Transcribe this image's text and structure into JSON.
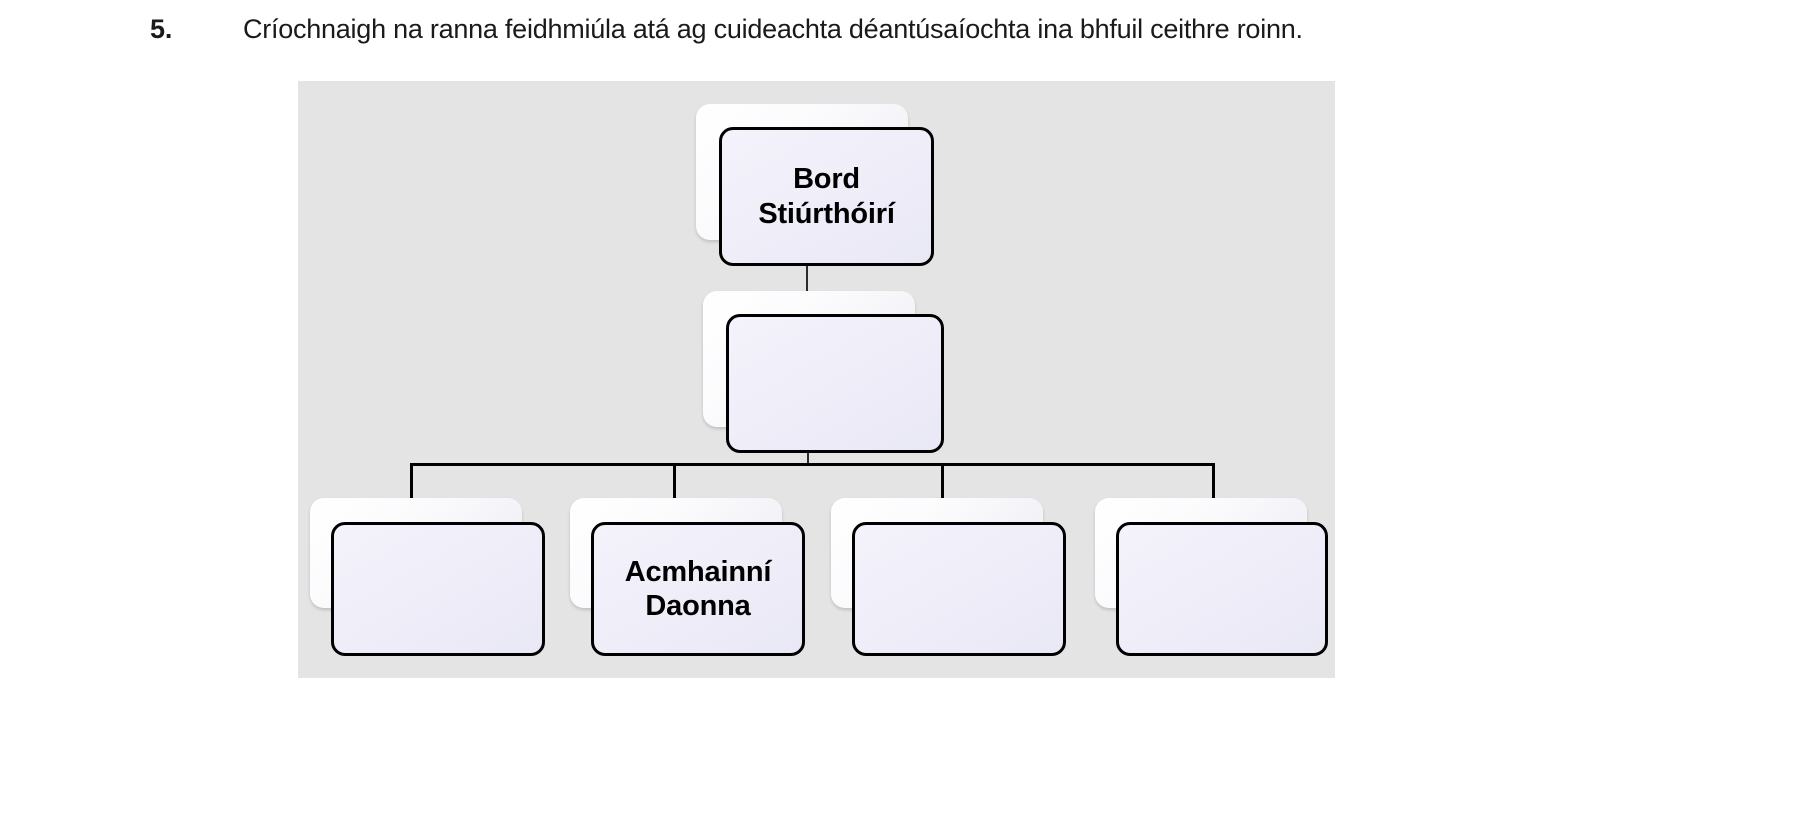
{
  "question": {
    "number": "5.",
    "text": "Críochnaigh na ranna feidhmiúla atá ag cuideachta déantúsaíochta ina bhfuil ceithre roinn."
  },
  "diagram": {
    "type": "organisation-chart",
    "background_color": "#e4e4e4",
    "box_fill_color": "#efeef9",
    "box_border_color": "#000000",
    "connector_color": "#000000",
    "levels": [
      {
        "level": 1,
        "nodes": [
          {
            "id": "board",
            "label": "Bord\nStiúrthóirí",
            "filled": true
          }
        ]
      },
      {
        "level": 2,
        "nodes": [
          {
            "id": "managing-director",
            "label": "",
            "filled": false
          }
        ]
      },
      {
        "level": 3,
        "nodes": [
          {
            "id": "dept-1",
            "label": "",
            "filled": false
          },
          {
            "id": "dept-2",
            "label": "Acmhainní\nDaonna",
            "filled": true
          },
          {
            "id": "dept-3",
            "label": "",
            "filled": false
          },
          {
            "id": "dept-4",
            "label": "",
            "filled": false
          }
        ]
      }
    ]
  }
}
